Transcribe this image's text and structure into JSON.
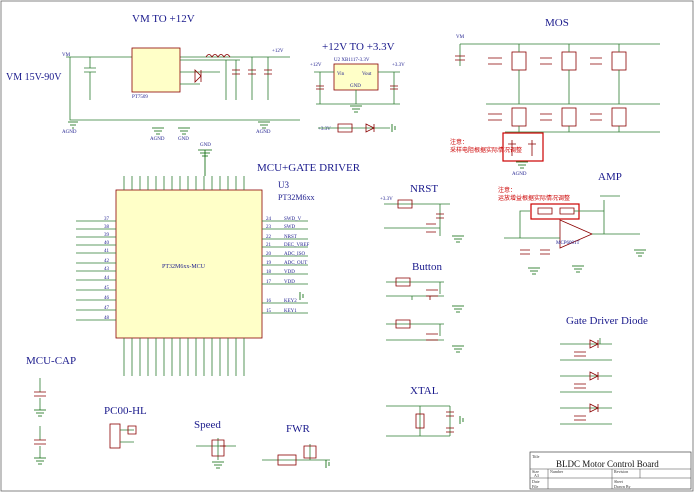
{
  "sections": {
    "vm_to_12v": "VM TO +12V",
    "vm_range": "VM  15V-90V",
    "v12_to_3v3": "+12V TO +3.3V",
    "mos": "MOS",
    "mcu_gate": "MCU+GATE DRIVER",
    "nrst": "NRST",
    "amp": "AMP",
    "button": "Button",
    "gate_diode": "Gate Driver Diode",
    "mcu_cap": "MCU-CAP",
    "pc00_hl": "PC00-HL",
    "speed": "Speed",
    "fwr": "FWR",
    "xtal": "XTAL"
  },
  "mcu": {
    "ref": "U3",
    "part": "PT32M6xx",
    "body_label": "PT32M6xx-MCU",
    "left_pins": [
      "37",
      "38",
      "39",
      "40",
      "41",
      "42",
      "43",
      "44",
      "45",
      "46",
      "47",
      "48"
    ],
    "right_pins": [
      "24",
      "23",
      "22",
      "21",
      "20",
      "19",
      "18",
      "17",
      "16",
      "15"
    ],
    "right_nets": [
      "SWD_V",
      "SWD",
      "NRST",
      "DEC_VREF",
      "ADC_ISO",
      "ADC_OUT",
      "VDD",
      "VDD",
      "KEY2",
      "KEY1"
    ]
  },
  "regulators": {
    "buck": "PT7509",
    "ldo": "U2  XB1117-3.3V",
    "ldo_pins": [
      "Vin",
      "Vout",
      "GND"
    ]
  },
  "amp": {
    "part": "MCP6001T"
  },
  "notes": {
    "shunt": [
      "注意：",
      "采样电阻根据实际情况调整"
    ],
    "amp": [
      "注意：",
      "运放增益根据实际情况调整"
    ]
  },
  "nets": {
    "vm": "VM",
    "v12": "+12V",
    "v33": "+3.3V",
    "agnd": "AGND",
    "gnd": "GND"
  },
  "title_block": {
    "title": "BLDC Motor Control Board",
    "label_title": "Title",
    "label_size": "Size",
    "size": "A3",
    "label_number": "Number",
    "label_revision": "Revision",
    "label_date": "Date",
    "label_file": "File",
    "label_sheet": "Sheet",
    "label_drawn": "Drawn By"
  },
  "colors": {
    "label": "#1a1a8c",
    "wire": "#2e7d32",
    "part": "#8b0000",
    "note": "#cc0000",
    "ic_fill": "#ffffc8"
  }
}
